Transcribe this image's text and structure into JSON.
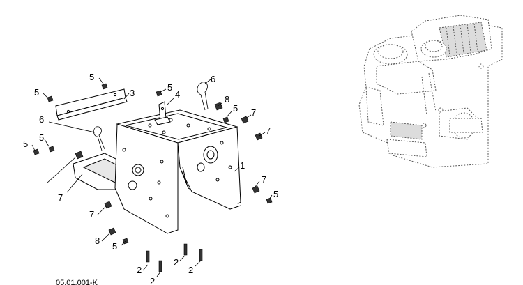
{
  "diagram": {
    "drawing_number": "05.01.001-K",
    "callouts": [
      {
        "id": "c1",
        "label": "1"
      },
      {
        "id": "c2a",
        "label": "2"
      },
      {
        "id": "c2b",
        "label": "2"
      },
      {
        "id": "c2c",
        "label": "2"
      },
      {
        "id": "c2d",
        "label": "2"
      },
      {
        "id": "c3",
        "label": "3"
      },
      {
        "id": "c4",
        "label": "4"
      },
      {
        "id": "c5a",
        "label": "5"
      },
      {
        "id": "c5b",
        "label": "5"
      },
      {
        "id": "c5c",
        "label": "5"
      },
      {
        "id": "c5d",
        "label": "5"
      },
      {
        "id": "c5e",
        "label": "5"
      },
      {
        "id": "c5f",
        "label": "5"
      },
      {
        "id": "c5g",
        "label": "5"
      },
      {
        "id": "c5h",
        "label": "5"
      },
      {
        "id": "c6a",
        "label": "6"
      },
      {
        "id": "c6b",
        "label": "6"
      },
      {
        "id": "c7a",
        "label": "7"
      },
      {
        "id": "c7b",
        "label": "7"
      },
      {
        "id": "c7c",
        "label": "7"
      },
      {
        "id": "c7d",
        "label": "7"
      },
      {
        "id": "c7e",
        "label": "7"
      },
      {
        "id": "c8a",
        "label": "8"
      },
      {
        "id": "c8b",
        "label": "8"
      }
    ]
  }
}
